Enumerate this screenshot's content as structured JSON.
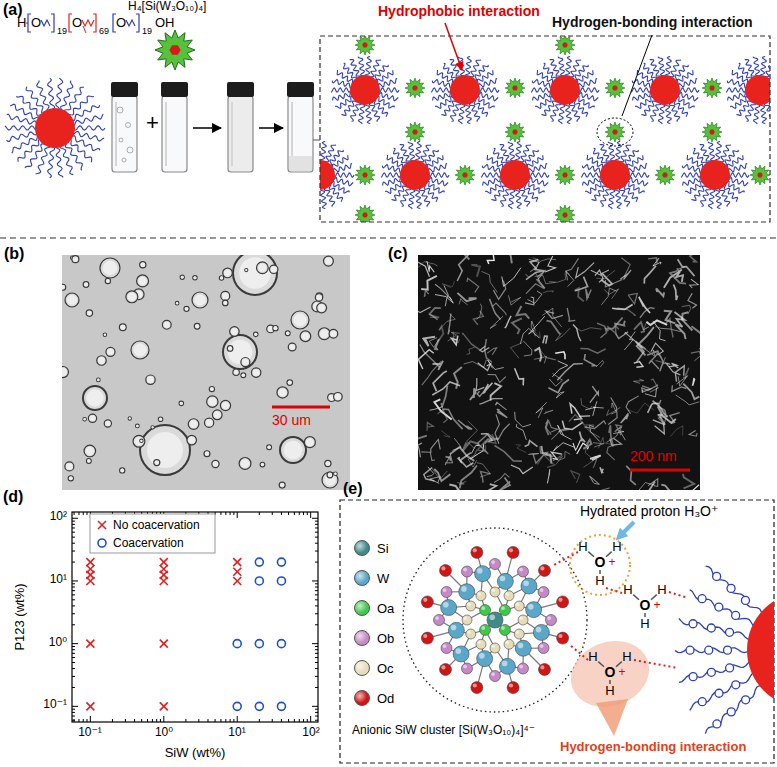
{
  "diagram": {
    "labels": [
      "(a)",
      "H",
      "O",
      "19",
      "O",
      "69",
      "O",
      "19",
      "OH",
      "H₄[Si(W₃O₁₀)₄]",
      "+",
      "Hydrophobic interaction",
      "Hydrogen-bonding interaction",
      "(b)",
      "30 um",
      "(c)",
      "200 nm",
      "(d)",
      "10²",
      "10¹",
      "10⁰",
      "10⁻¹",
      "10⁻¹",
      "10⁰",
      "10¹",
      "10²",
      "P123 (wt%)",
      "SiW (wt%)",
      "(e)",
      "Hydrated proton H₃O⁺",
      "Anionic SiW cluster [Si(W₃O₁₀)₄]⁴⁻",
      "Hydrogen-bonding interaction",
      "O",
      "+",
      "H",
      "H",
      "H",
      "O",
      "+",
      "H",
      "H",
      "H",
      "O",
      "+",
      "H",
      "H",
      "H"
    ],
    "legend": [
      {
        "text": "No coacervation"
      },
      {
        "text": "Coacervation"
      },
      {
        "text": "Si",
        "color": "#3d8c8a"
      },
      {
        "text": "W",
        "color": "#5aa7c9"
      },
      {
        "text": "Oa",
        "color": "#3fc94a"
      },
      {
        "text": "Ob",
        "color": "#c58ac6"
      },
      {
        "text": "Oc",
        "color": "#e7dcb8"
      },
      {
        "text": "Od",
        "color": "#d01515"
      }
    ]
  }
}
